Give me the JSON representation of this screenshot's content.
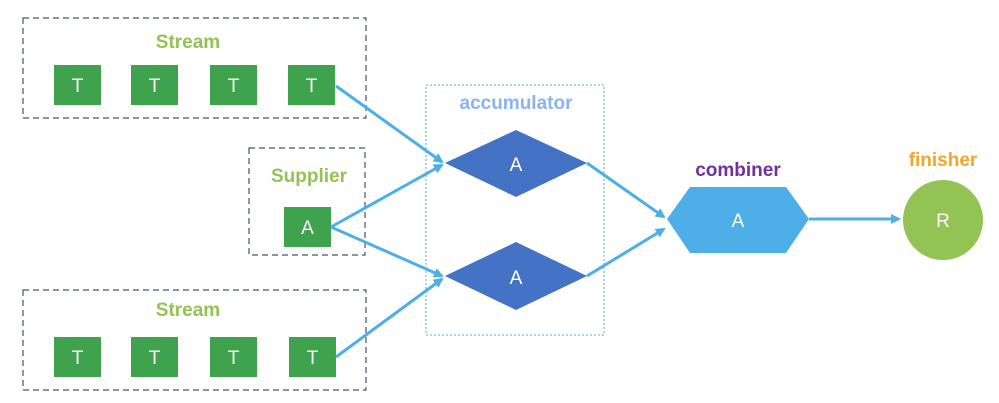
{
  "colors": {
    "green_box": "#3fa34d",
    "green_text": "#92c353",
    "dashed_border": "#44546a",
    "arrow": "#4eaee8",
    "diamond": "#4472c4",
    "accumulator_text": "#8ab4f0",
    "combiner_fill": "#4eaee8",
    "combiner_text": "#7030a0",
    "finisher_fill": "#92c353",
    "finisher_text": "#f5a623"
  },
  "stream_top": {
    "title": "Stream",
    "items": [
      "T",
      "T",
      "T",
      "T"
    ]
  },
  "supplier": {
    "title": "Supplier",
    "item": "A"
  },
  "stream_bottom": {
    "title": "Stream",
    "items": [
      "T",
      "T",
      "T",
      "T"
    ]
  },
  "accumulator": {
    "title": "accumulator",
    "top_label": "A",
    "bottom_label": "A"
  },
  "combiner": {
    "title": "combiner",
    "label": "A"
  },
  "finisher": {
    "title": "finisher",
    "label": "R"
  }
}
